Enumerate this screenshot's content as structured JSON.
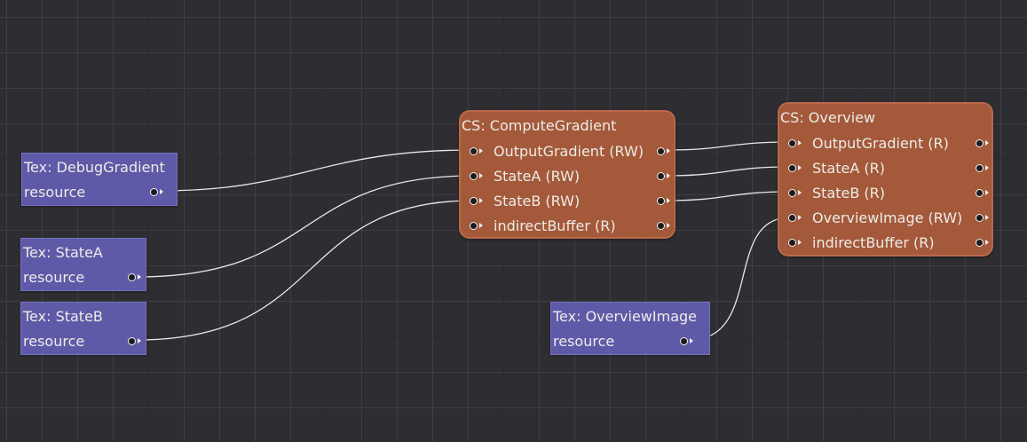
{
  "resources": {
    "debug_gradient": {
      "title": "Tex: DebugGradient",
      "pin_label": "resource"
    },
    "state_a": {
      "title": "Tex: StateA",
      "pin_label": "resource"
    },
    "state_b": {
      "title": "Tex: StateB",
      "pin_label": "resource"
    },
    "overview_image": {
      "title": "Tex: OverviewImage",
      "pin_label": "resource"
    }
  },
  "compute_gradient": {
    "title": "CS: ComputeGradient",
    "pins": [
      "OutputGradient (RW)",
      "StateA (RW)",
      "StateB (RW)",
      "indirectBuffer (R)"
    ]
  },
  "overview": {
    "title": "CS: Overview",
    "pins": [
      "OutputGradient (R)",
      "StateA (R)",
      "StateB (R)",
      "OverviewImage (RW)",
      "indirectBuffer (R)"
    ]
  },
  "colors": {
    "canvas_background": "#2e2e32",
    "resource_node": "#5f5aa8",
    "shader_node": "#a4593a",
    "wire": "#e8e8e8"
  },
  "connections": [
    {
      "from": "Tex: DebugGradient / resource",
      "to": "CS: ComputeGradient / OutputGradient (RW)"
    },
    {
      "from": "Tex: StateA / resource",
      "to": "CS: ComputeGradient / StateA (RW)"
    },
    {
      "from": "Tex: StateB / resource",
      "to": "CS: ComputeGradient / StateB (RW)"
    },
    {
      "from": "CS: ComputeGradient / OutputGradient (RW)",
      "to": "CS: Overview / OutputGradient (R)"
    },
    {
      "from": "CS: ComputeGradient / StateA (RW)",
      "to": "CS: Overview / StateA (R)"
    },
    {
      "from": "CS: ComputeGradient / StateB (RW)",
      "to": "CS: Overview / StateB (R)"
    },
    {
      "from": "Tex: OverviewImage / resource",
      "to": "CS: Overview / OverviewImage (RW)"
    }
  ]
}
